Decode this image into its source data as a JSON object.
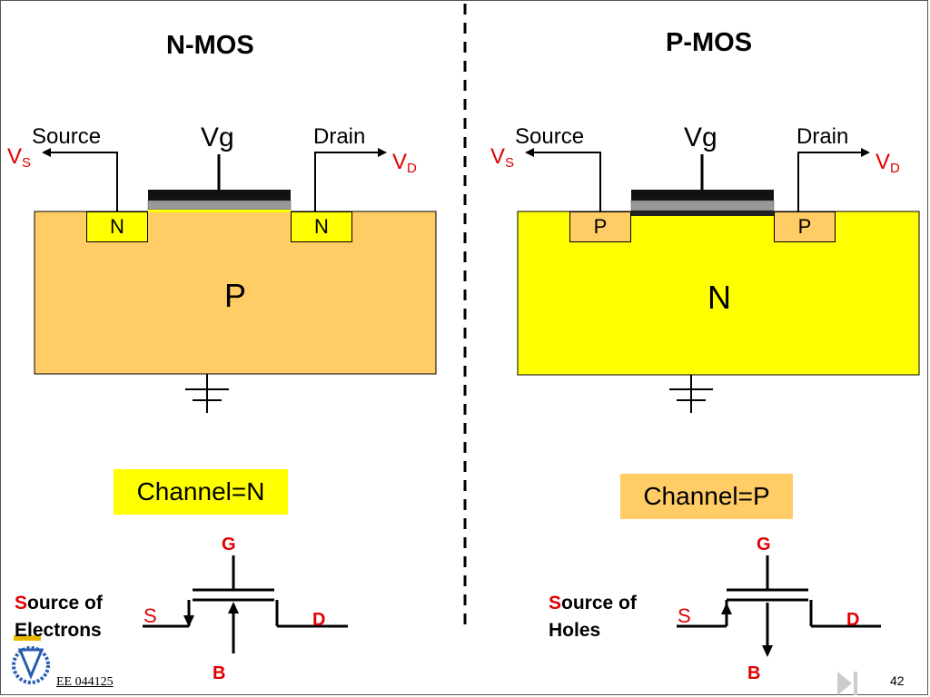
{
  "nmos": {
    "title": "N-MOS",
    "source_label": "Source",
    "drain_label": "Drain",
    "gate_label": "Vg",
    "vs_main": "V",
    "vs_sub": "S",
    "vd_main": "V",
    "vd_sub": "D",
    "well_left": "N",
    "well_right": "N",
    "substrate": "P",
    "channel": "Channel=N",
    "source_of_first": "S",
    "source_of_rest": "ource of",
    "source_of_line2": "Electrons",
    "term_g": "G",
    "term_s": "S",
    "term_d": "D",
    "term_b": "B"
  },
  "pmos": {
    "title": "P-MOS",
    "source_label": "Source",
    "drain_label": "Drain",
    "gate_label": "Vg",
    "vs_main": "V",
    "vs_sub": "S",
    "vd_main": "V",
    "vd_sub": "D",
    "well_left": "P",
    "well_right": "P",
    "substrate": "N",
    "channel": "Channel=P",
    "source_of_first": "S",
    "source_of_rest": "ource of",
    "source_of_line2": "Holes",
    "term_g": "G",
    "term_s": "S",
    "term_d": "D",
    "term_b": "B"
  },
  "footer": {
    "course": "EE 044125",
    "page": "42"
  },
  "colors": {
    "nmos_substrate": "#ffcc66",
    "pmos_substrate": "#ffff00",
    "n_well": "#ffff00",
    "p_well": "#ffcc66",
    "channel_n_box": "#ffff00",
    "channel_p_box": "#ffcc66",
    "label_red": "#e00000"
  },
  "icons": [
    "ground-symbol-icon",
    "technion-logo-icon",
    "next-slide-icon"
  ]
}
